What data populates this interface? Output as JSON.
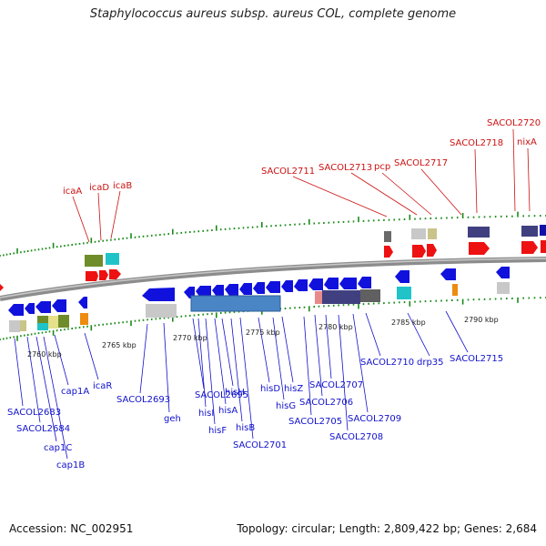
{
  "title": "Staphylococcus aureus subsp. aureus COL, complete genome",
  "footer": {
    "accession": "Accession: NC_002951",
    "summary": "Topology: circular; Length: 2,809,422 bp; Genes: 2,684"
  },
  "colors": {
    "forward": "#ee1111",
    "reverse": "#1111dd",
    "backbone": "#888888",
    "ticks": "#1a8a1a"
  },
  "kbp_labels": [
    "2760 kbp",
    "2765 kbp",
    "2770 kbp",
    "2775 kbp",
    "2780 kbp",
    "2785 kbp",
    "2790 kbp"
  ],
  "forward_labels": [
    "icaA",
    "icaD",
    "icaB",
    "SACOL2711",
    "SACOL2713",
    "pcp",
    "SACOL2717",
    "SACOL2718",
    "SACOL2720",
    "nixA"
  ],
  "reverse_labels": [
    "SACOL2683",
    "SACOL2684",
    "cap1C",
    "cap1B",
    "cap1A",
    "icaR",
    "SACOL2693",
    "geh",
    "SACOL2695",
    "hisI",
    "hisF",
    "hisA",
    "hisH",
    "hisB",
    "SACOL2701",
    "hisD",
    "hisG",
    "hisZ",
    "SACOL2705",
    "SACOL2706",
    "SACOL2707",
    "SACOL2708",
    "SACOL2709",
    "SACOL2710",
    "drp35",
    "SACOL2715"
  ]
}
